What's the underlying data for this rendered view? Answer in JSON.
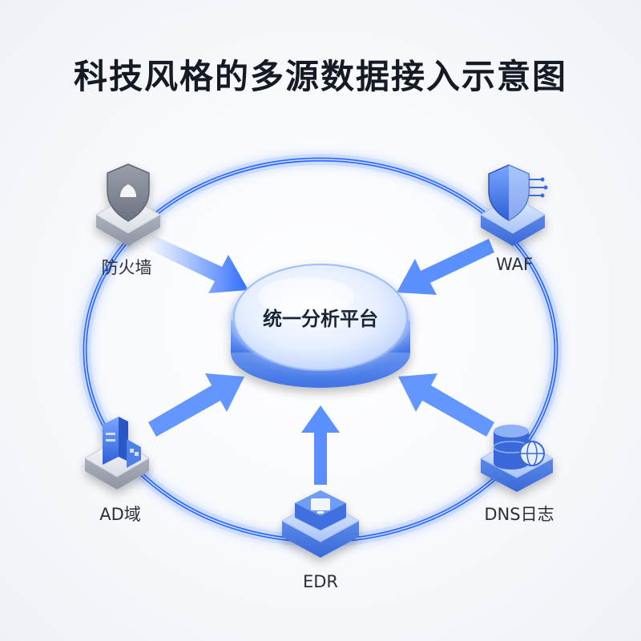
{
  "title": "科技风格的多源数据接入示意图",
  "hub": {
    "label": "统一分析平台"
  },
  "nodes": [
    {
      "id": "firewall",
      "label": "防火墙",
      "icon": "shield-icon"
    },
    {
      "id": "waf",
      "label": "WAF",
      "icon": "shield-network-icon"
    },
    {
      "id": "ad",
      "label": "AD域",
      "icon": "server-network-icon"
    },
    {
      "id": "edr",
      "label": "EDR",
      "icon": "monitor-icon"
    },
    {
      "id": "dns",
      "label": "DNS日志",
      "icon": "database-globe-icon"
    }
  ],
  "colors": {
    "ring": "#2f6bff",
    "arrow": "#3d7dff",
    "hub": "#5b8cf5",
    "node_gray": "#c7cbd3",
    "node_blue": "#5a8ff0",
    "title": "#151a24"
  }
}
